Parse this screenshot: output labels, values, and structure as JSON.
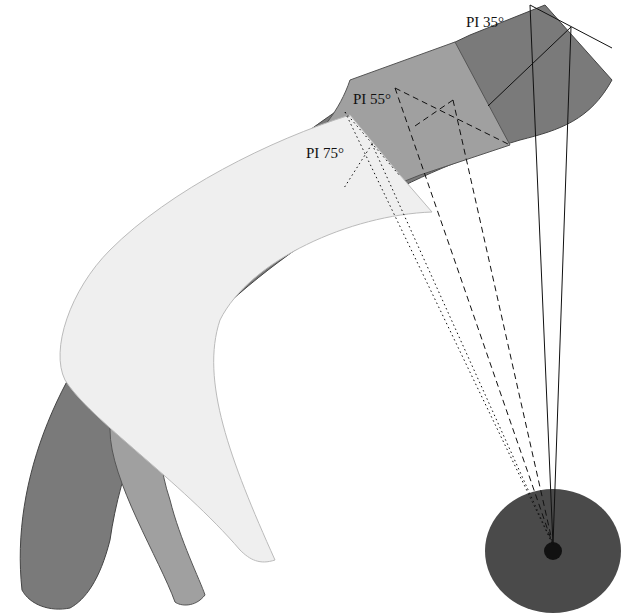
{
  "diagram": {
    "labels": [
      "PI 35°",
      "PI 55°",
      "PI 75°"
    ]
  }
}
